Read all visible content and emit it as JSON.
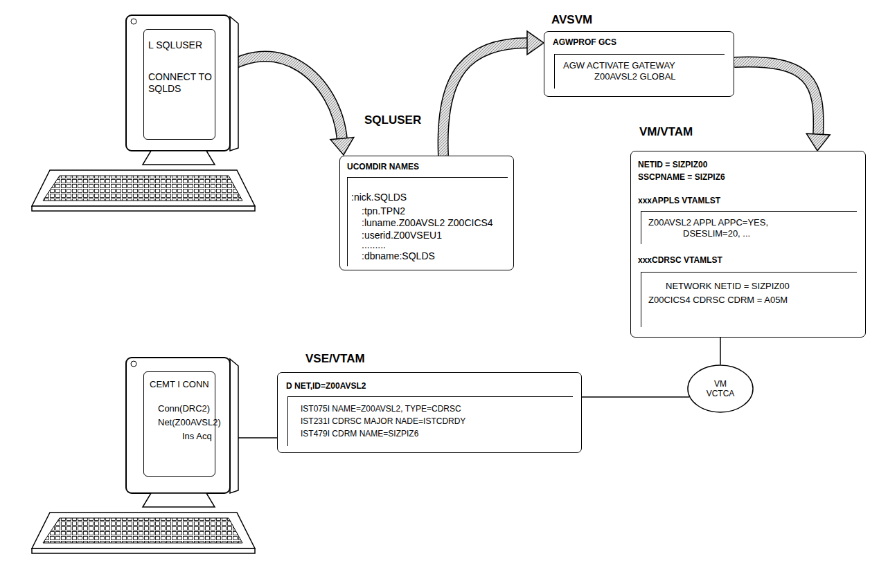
{
  "diagram": {
    "nodes": [
      {
        "text": [
          "L SQLUSER",
          "CONNECT TO SQLDS"
        ]
      },
      {
        "text": [
          "SQLUSER",
          "UCOMDIR NAMES"
        ]
      },
      {
        "text": [
          ":nick.SQLDS",
          ":tpn.TPN2",
          ":luname.Z00AVSL2 Z00CICS4",
          ":userid.Z00VSEU1",
          ".........",
          ":dbname:SQLDS"
        ],
        "in": 1
      },
      {
        "text": [
          "AVSVM",
          "AGWPROF GCS"
        ]
      },
      {
        "text": [
          "AGW ACTIVATE GATEWAY Z00AVSL2 GLOBAL"
        ],
        "in": 3
      },
      {
        "text": [
          "VM/VTAM",
          "NETID = SIZPIZ00",
          "SSCPNAME = SIZPIZ6",
          "xxxAPPLS VTAMLST",
          "xxxCDRSC VTAMLST"
        ]
      },
      {
        "text": [
          "Z00AVSL2 APPL APPC=YES, DSESLIM=20, ..."
        ],
        "in": 5
      },
      {
        "text": [
          "NETWORK NETID = SIZPIZ00",
          "Z00CICS4 CDRSC CDRM = A05M"
        ],
        "in": 5
      },
      {
        "text": [
          "VSE/VTAM",
          "D NET,ID=Z00AVSL2"
        ]
      },
      {
        "text": [
          "IST075I NAME=Z00AVSL2, TYPE=CDRSC",
          "IST231I CDRSC MAJOR NADE=ISTCDRDY",
          "IST479I CDRM NAME=SIZPIZ6"
        ],
        "in": 8
      },
      {
        "text": [
          "CEMT I CONN",
          "Conn(DRC2)",
          "Net(Z00AVSL2)",
          "Ins Acq"
        ]
      },
      {
        "text": [
          "VM VCTCA"
        ]
      }
    ],
    "edges": [
      {
        "from": 0,
        "to": 1,
        "arrow": "to"
      },
      {
        "from": 1,
        "to": 3,
        "arrow": "to"
      },
      {
        "from": 3,
        "to": 5,
        "arrow": "to"
      },
      {
        "from": 5,
        "to": 11,
        "arrow": "none"
      },
      {
        "from": 11,
        "to": 8,
        "arrow": "none"
      },
      {
        "from": 8,
        "to": 10,
        "arrow": "none"
      }
    ]
  }
}
